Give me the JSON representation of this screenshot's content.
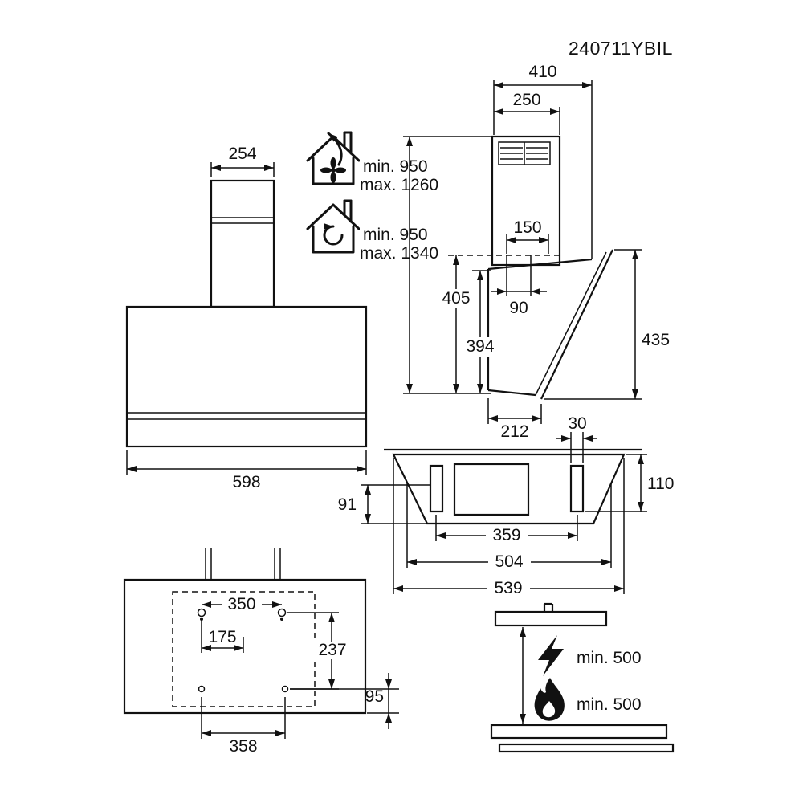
{
  "model_number": "240711YBIL",
  "front_view": {
    "chimney_width": "254",
    "hood_width": "598"
  },
  "installation": {
    "exhaust": {
      "min_height": "min. 950",
      "max_height": "max. 1260"
    },
    "recirculation": {
      "min_height": "min. 950",
      "max_height": "max. 1340"
    }
  },
  "side_view": {
    "total_depth": "410",
    "chimney_depth": "250",
    "duct_width": "150",
    "duct_offset": "90",
    "chimney_height": "405",
    "body_height": "394",
    "panel_height": "435",
    "bottom_depth": "212"
  },
  "top_view": {
    "bracket_width": "30",
    "depth_right": "110",
    "depth_left": "91",
    "bracket_spacing": "359",
    "inner_width": "504",
    "outer_width": "539"
  },
  "mounting_template": {
    "upper_hole_spacing": "350",
    "half_spacing": "175",
    "vertical_hole_spacing": "237",
    "lower_edge_offset": "95",
    "lower_hole_spacing": "358"
  },
  "clearances": {
    "electric_hob": "min. 500",
    "gas_hob": "min. 500"
  },
  "colors": {
    "line": "#111111",
    "background": "#ffffff"
  }
}
